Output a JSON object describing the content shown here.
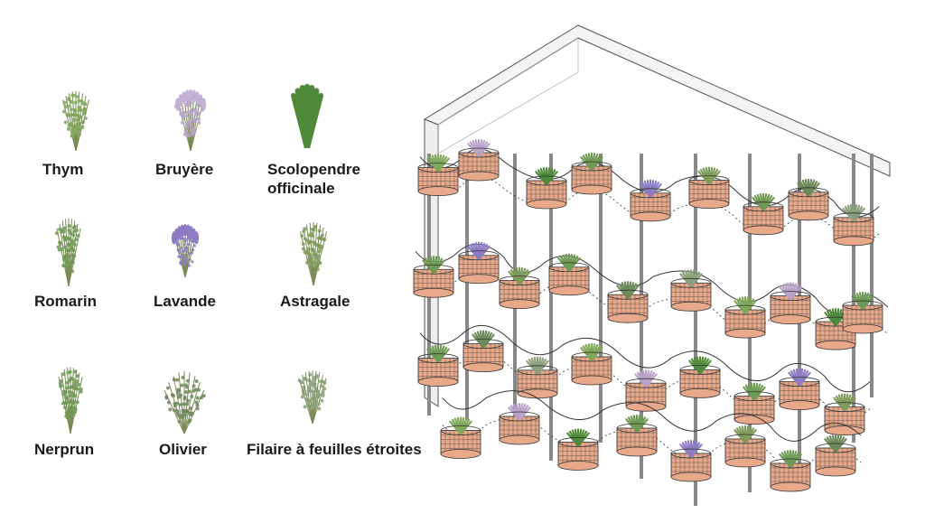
{
  "plants": [
    {
      "name": "Thym",
      "icon": "thyme-icon",
      "color": "#7fa85a"
    },
    {
      "name": "Bruyère",
      "icon": "heather-icon",
      "color": "#b9a3c9"
    },
    {
      "name": "Scolopendre",
      "name2": "officinale",
      "icon": "fern-icon",
      "color": "#4f8a3a"
    },
    {
      "name": "Romarin",
      "icon": "rosemary-icon",
      "color": "#6f9a55"
    },
    {
      "name": "Lavande",
      "icon": "lavender-icon",
      "color": "#8c7cc4"
    },
    {
      "name": "Astragale",
      "icon": "astragalus-icon",
      "color": "#7d9c5a"
    },
    {
      "name": "Nerprun",
      "icon": "buckthorn-icon",
      "color": "#6f9a55"
    },
    {
      "name": "Olivier",
      "icon": "olive-icon",
      "color": "#6c8a5a"
    },
    {
      "name": "Filaire à feuilles étroites",
      "icon": "phillyrea-icon",
      "color": "#8aa07a"
    }
  ],
  "colors": {
    "pot": "#e8a88a",
    "grid": "#333333",
    "pole": "#888888",
    "wall": "#f2f2f2"
  }
}
